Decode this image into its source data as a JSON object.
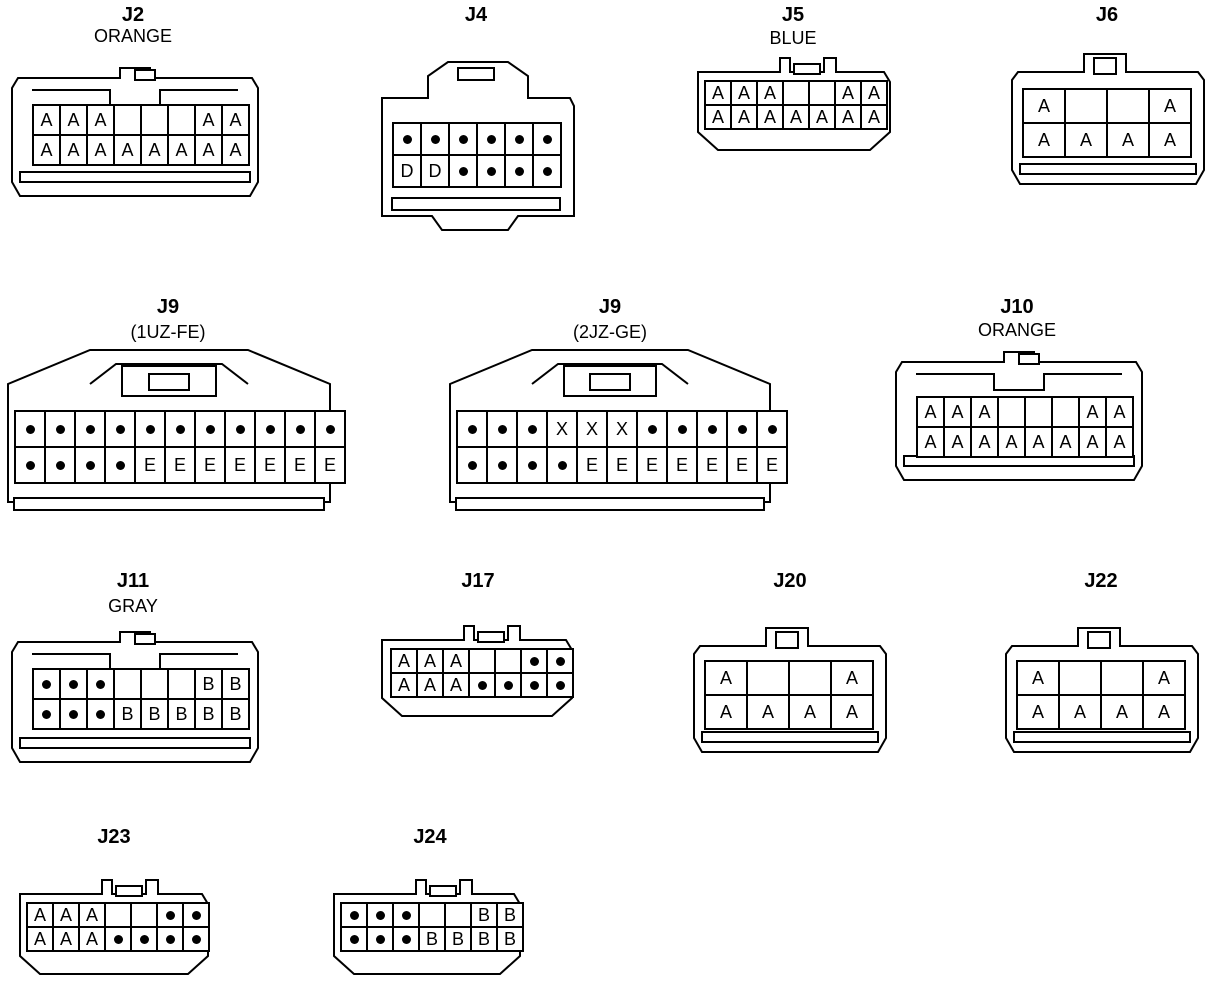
{
  "connectors": [
    {
      "id": "J2",
      "title": "J2",
      "subtitle": "ORANGE",
      "rows": [
        [
          "A",
          "A",
          "A",
          "_",
          "_",
          "_",
          "A",
          "A"
        ],
        [
          "A",
          "A",
          "A",
          "A",
          "A",
          "A",
          "A",
          "A"
        ]
      ]
    },
    {
      "id": "J4",
      "title": "J4",
      "subtitle": "",
      "rows": [
        [
          "•",
          "•",
          "•",
          "•",
          "•",
          "•"
        ],
        [
          "D",
          "D",
          "•",
          "•",
          "•",
          "•"
        ]
      ]
    },
    {
      "id": "J5",
      "title": "J5",
      "subtitle": "BLUE",
      "rows": [
        [
          "A",
          "A",
          "A",
          "_",
          "_",
          "A",
          "A"
        ],
        [
          "A",
          "A",
          "A",
          "A",
          "A",
          "A",
          "A"
        ]
      ]
    },
    {
      "id": "J6",
      "title": "J6",
      "subtitle": "",
      "rows": [
        [
          "A",
          "_",
          "_",
          "A"
        ],
        [
          "A",
          "A",
          "A",
          "A"
        ]
      ]
    },
    {
      "id": "J9a",
      "title": "J9",
      "subtitle": "(1UZ-FE)",
      "rows": [
        [
          "•",
          "•",
          "•",
          "•",
          "•",
          "•",
          "•",
          "•",
          "•",
          "•",
          "•"
        ],
        [
          "•",
          "•",
          "•",
          "•",
          "E",
          "E",
          "E",
          "E",
          "E",
          "E",
          "E"
        ]
      ]
    },
    {
      "id": "J9b",
      "title": "J9",
      "subtitle": "(2JZ-GE)",
      "rows": [
        [
          "•",
          "•",
          "•",
          "X",
          "X",
          "X",
          "•",
          "•",
          "•",
          "•",
          "•"
        ],
        [
          "•",
          "•",
          "•",
          "•",
          "E",
          "E",
          "E",
          "E",
          "E",
          "E",
          "E"
        ]
      ]
    },
    {
      "id": "J10",
      "title": "J10",
      "subtitle": "ORANGE",
      "rows": [
        [
          "A",
          "A",
          "A",
          "_",
          "_",
          "_",
          "A",
          "A"
        ],
        [
          "A",
          "A",
          "A",
          "A",
          "A",
          "A",
          "A",
          "A"
        ]
      ]
    },
    {
      "id": "J11",
      "title": "J11",
      "subtitle": "GRAY",
      "rows": [
        [
          "•",
          "•",
          "•",
          "_",
          "_",
          "_",
          "B",
          "B"
        ],
        [
          "•",
          "•",
          "•",
          "B",
          "B",
          "B",
          "B",
          "B"
        ]
      ]
    },
    {
      "id": "J17",
      "title": "J17",
      "subtitle": "",
      "rows": [
        [
          "A",
          "A",
          "A",
          "_",
          "_",
          "•",
          "•"
        ],
        [
          "A",
          "A",
          "A",
          "•",
          "•",
          "•",
          "•"
        ]
      ]
    },
    {
      "id": "J20",
      "title": "J20",
      "subtitle": "",
      "rows": [
        [
          "A",
          "_",
          "_",
          "A"
        ],
        [
          "A",
          "A",
          "A",
          "A"
        ]
      ]
    },
    {
      "id": "J22",
      "title": "J22",
      "subtitle": "",
      "rows": [
        [
          "A",
          "_",
          "_",
          "A"
        ],
        [
          "A",
          "A",
          "A",
          "A"
        ]
      ]
    },
    {
      "id": "J23",
      "title": "J23",
      "subtitle": "",
      "rows": [
        [
          "A",
          "A",
          "A",
          "_",
          "_",
          "•",
          "•"
        ],
        [
          "A",
          "A",
          "A",
          "•",
          "•",
          "•",
          "•"
        ]
      ]
    },
    {
      "id": "J24",
      "title": "J24",
      "subtitle": "",
      "rows": [
        [
          "•",
          "•",
          "•",
          "_",
          "_",
          "B",
          "B"
        ],
        [
          "•",
          "•",
          "•",
          "B",
          "B",
          "B",
          "B"
        ]
      ]
    }
  ]
}
